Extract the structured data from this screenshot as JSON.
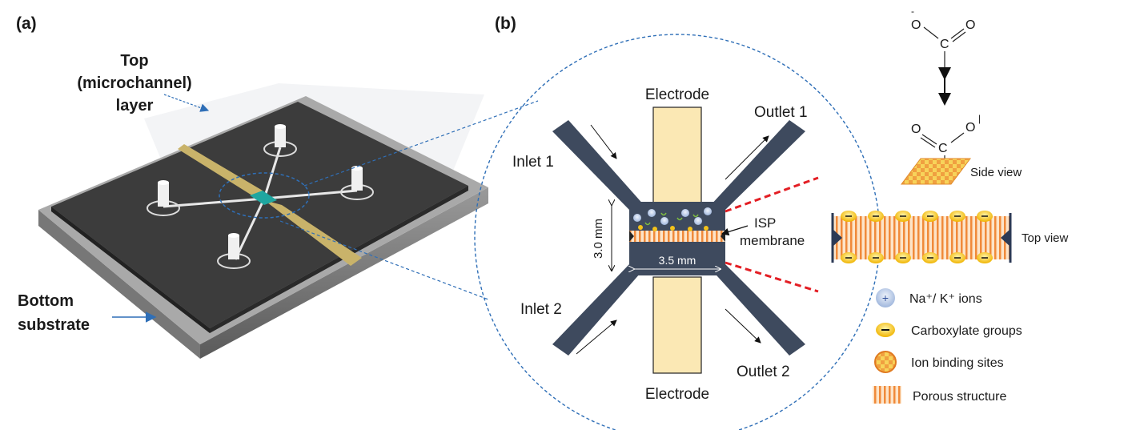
{
  "panel_a": {
    "label": "(a)",
    "top_layer_label": [
      "Top",
      "(microchannel)",
      "layer"
    ],
    "bottom_label": [
      "Bottom",
      "substrate"
    ]
  },
  "panel_b": {
    "label": "(b)",
    "electrode_top": "Electrode",
    "electrode_bottom": "Electrode",
    "inlet_1": "Inlet 1",
    "inlet_2": "Inlet 2",
    "outlet_1": "Outlet 1",
    "outlet_2": "Outlet 2",
    "isp_label": [
      "ISP",
      "membrane"
    ],
    "height_dim": "3.0 mm",
    "width_dim": "3.5 mm"
  },
  "molecule": {
    "c_atom_top": "C",
    "c_atom_bottom": "C",
    "o_atom": "O",
    "side_view": "Side view",
    "top_view": "Top view"
  },
  "legend": {
    "items": [
      {
        "label": "Na⁺/ K⁺ ions"
      },
      {
        "label": "Carboxylate groups"
      },
      {
        "label": "Ion binding sites"
      },
      {
        "label": "Porous structure"
      }
    ]
  },
  "colors": {
    "channel": "#3e4a5e",
    "electrode": "#fbe8b4",
    "accent_blue": "#2f6fb7",
    "red_dash": "#e31e24",
    "orange": "#f0a050",
    "yellow": "#f3c21a"
  }
}
